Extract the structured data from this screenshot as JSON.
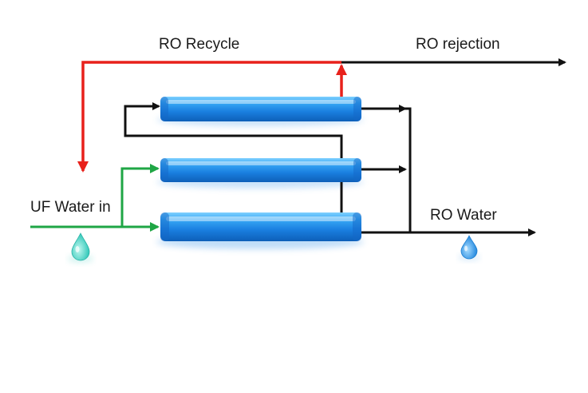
{
  "labels": {
    "ro_recycle": "RO Recycle",
    "ro_rejection": "RO rejection",
    "uf_water_in": "UF Water in",
    "ro_water": "RO Water"
  },
  "icons": {
    "inlet_droplet": "water-drop-icon",
    "outlet_droplet": "water-drop-icon"
  },
  "colors": {
    "recycle_line": "#e8211b",
    "feed_line": "#1fa645",
    "output_line": "#111111",
    "membrane": "#1e8ae6",
    "inlet_droplet": "#3fd3c4",
    "outlet_droplet": "#2b8fe0"
  }
}
